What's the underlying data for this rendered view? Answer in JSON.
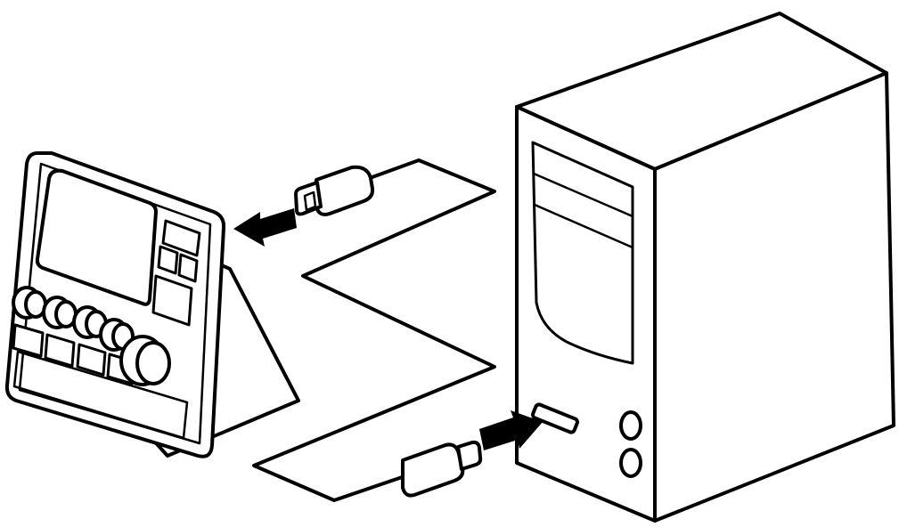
{
  "figure": {
    "components": [
      {
        "id": "control-panel",
        "icon": "control-panel-icon"
      },
      {
        "id": "computer-tower",
        "icon": "computer-tower-icon"
      },
      {
        "id": "usb-cable",
        "icon": "usb-cable-icon"
      }
    ],
    "arrows": [
      {
        "id": "to-panel",
        "direction": "left"
      },
      {
        "id": "to-computer",
        "direction": "right"
      }
    ],
    "colors": {
      "line": "#000000",
      "background": "#ffffff"
    }
  }
}
